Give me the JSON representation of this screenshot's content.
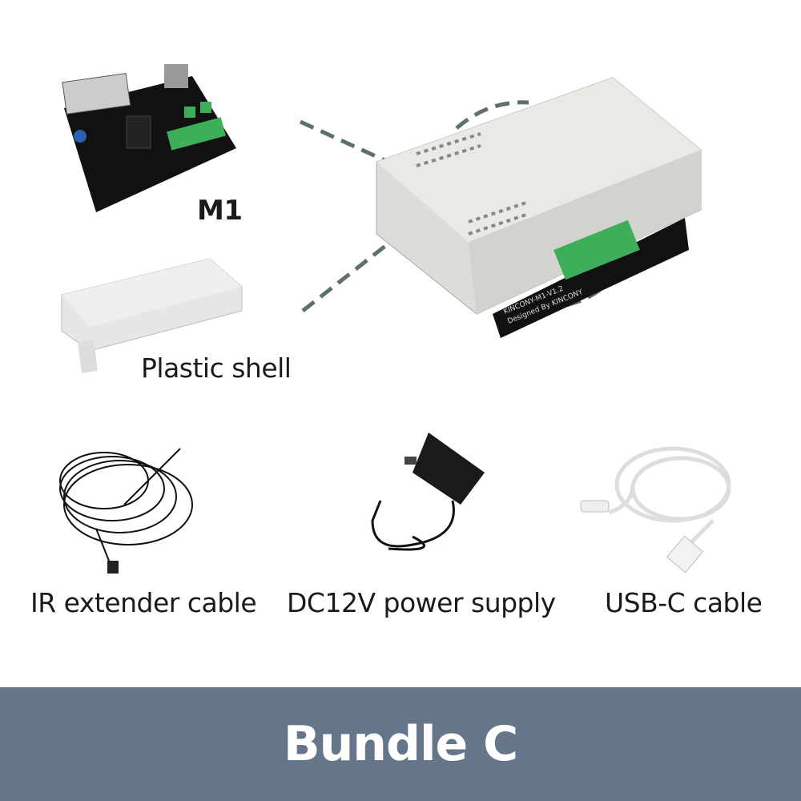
{
  "items": {
    "m1": {
      "label": "M1"
    },
    "shell": {
      "label": "Plastic shell"
    },
    "ir": {
      "label": "IR extender cable"
    },
    "power": {
      "label": "DC12V power supply"
    },
    "usb": {
      "label": "USB-C cable"
    }
  },
  "device": {
    "model_text": "KINCONY-M1-V1.2",
    "designer_text": "Designed By KINCONY"
  },
  "banner": {
    "title": "Bundle C",
    "color": "#66768a"
  }
}
